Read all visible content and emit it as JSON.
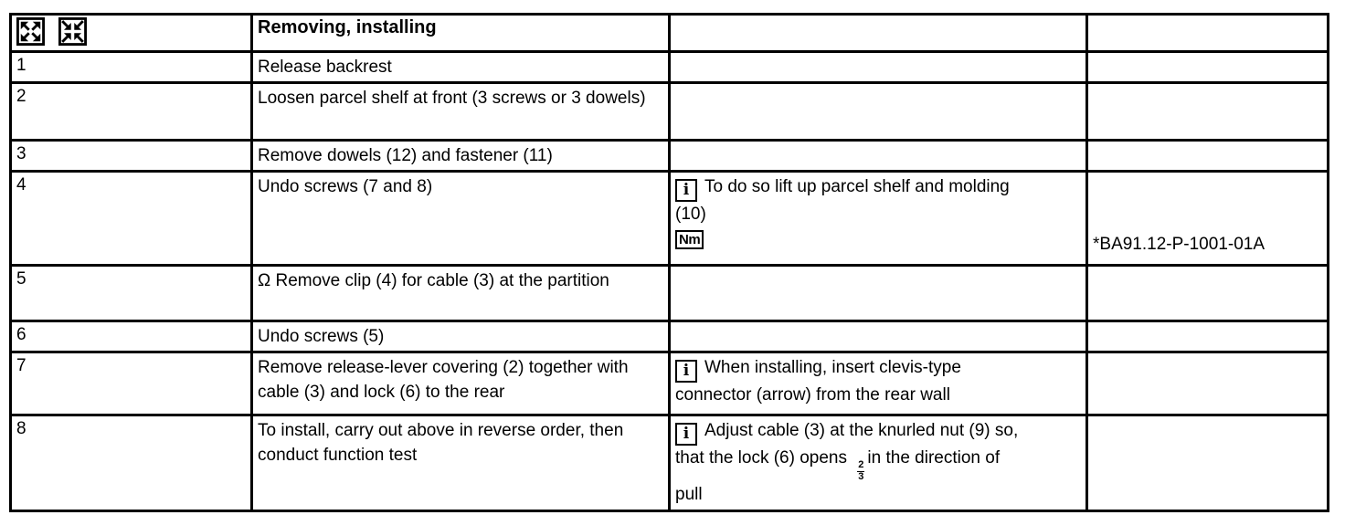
{
  "page": {
    "background": "#ffffff",
    "border_color": "#000000"
  },
  "icons": {
    "info_label": "i",
    "nm_label": "Nm"
  },
  "table": {
    "header": {
      "title": "Removing, installing",
      "symbol_icons": [
        "expand-arrows",
        "collapse-arrows"
      ]
    },
    "rows": [
      {
        "num": "1",
        "action": "Release backrest",
        "note_lines": [],
        "ref": ""
      },
      {
        "num": "2",
        "action": "Loosen parcel shelf at front (3 screws or 3 dowels)",
        "note_lines": [],
        "ref": ""
      },
      {
        "num": "3",
        "action": "Remove dowels (12) and fastener (11)",
        "note_lines": [],
        "ref": ""
      },
      {
        "num": "4",
        "action": "Undo screws (7 and 8)",
        "note_lines": [
          [
            {
              "icon": "info"
            },
            {
              "t": "To do so lift up parcel shelf and molding"
            }
          ],
          [
            {
              "t": "(10)"
            }
          ],
          [
            {
              "icon": "nm"
            }
          ]
        ],
        "ref": "*BA91.12-P-1001-01A"
      },
      {
        "num": "5",
        "action": "Ω Remove clip (4) for cable (3) at the partition",
        "note_lines": [],
        "ref": ""
      },
      {
        "num": "6",
        "action": "Undo screws (5)",
        "note_lines": [],
        "ref": ""
      },
      {
        "num": "7",
        "action": "Remove release-lever covering (2) together with cable (3) and lock (6) to the rear",
        "note_lines": [
          [
            {
              "icon": "info"
            },
            {
              "t": "When installing, insert clevis-type"
            }
          ],
          [
            {
              "t": "connector (arrow) from the rear wall"
            }
          ]
        ],
        "ref": ""
      },
      {
        "num": "8",
        "action": "To install, carry out above in reverse order, then conduct function test",
        "note_lines": [
          [
            {
              "icon": "info"
            },
            {
              "t": "Adjust cable (3) at the knurled nut (9) so,"
            }
          ],
          [
            {
              "t": "that the lock (6) opens"
            },
            {
              "frac": {
                "n": "2",
                "d": "3"
              }
            },
            {
              "t": "in the direction of"
            }
          ],
          [
            {
              "t": "pull"
            }
          ]
        ],
        "ref": ""
      }
    ]
  }
}
